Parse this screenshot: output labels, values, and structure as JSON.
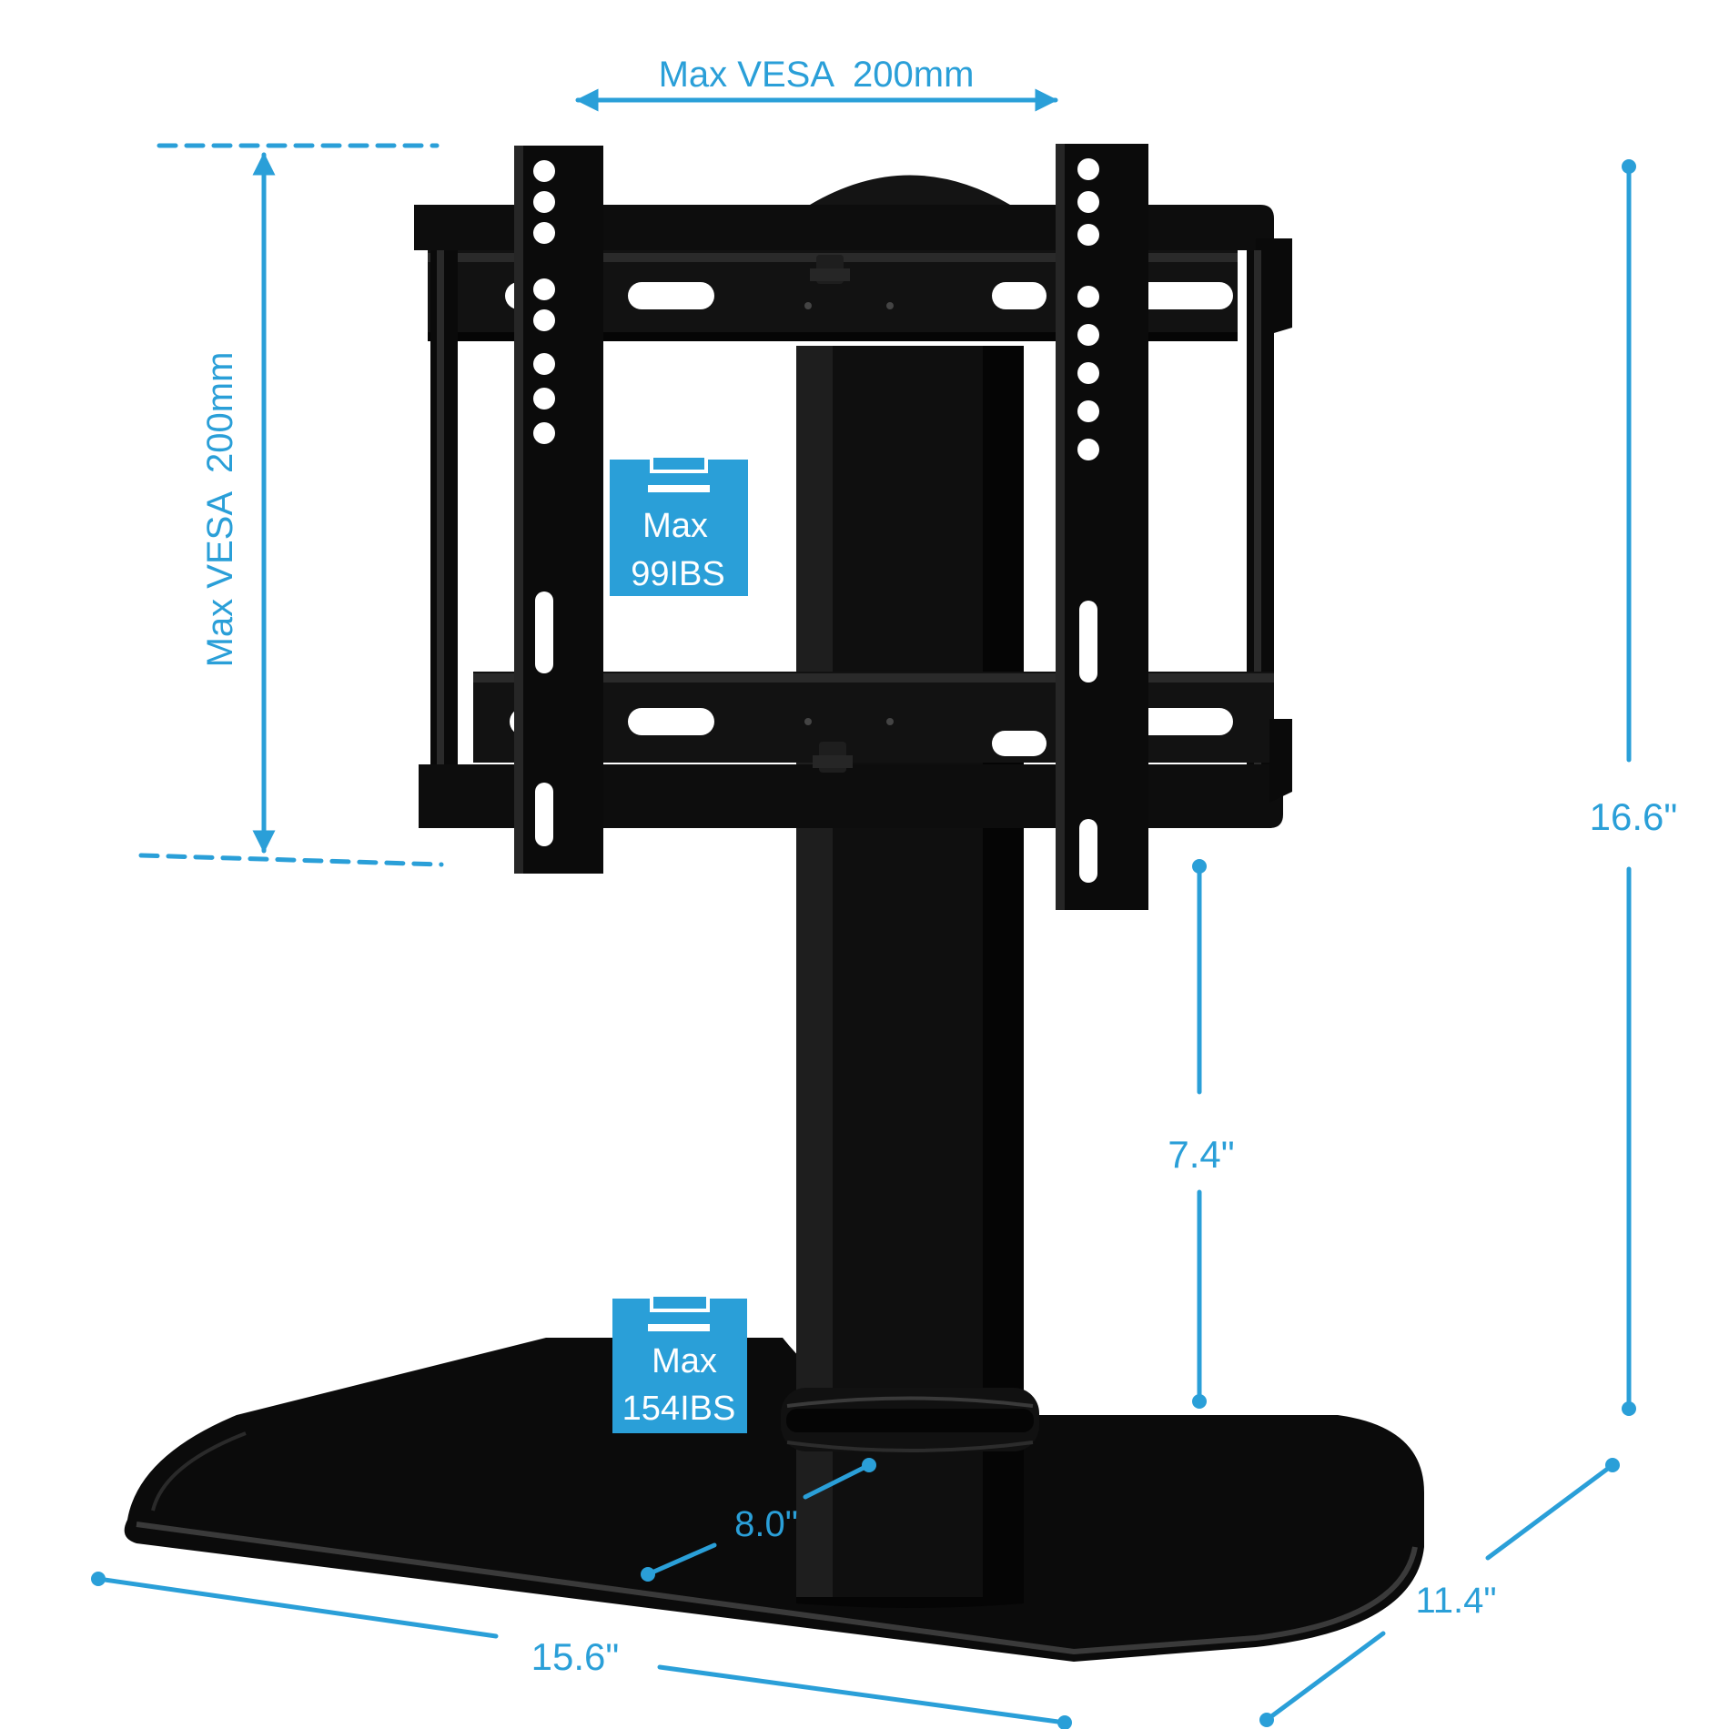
{
  "colors": {
    "accent": "#2a9fd8",
    "product": "#0c0c0c",
    "background": "#ffffff"
  },
  "labels": {
    "vesa_horizontal": "Max VESA  200mm",
    "vesa_vertical": "Max VESA  200mm",
    "total_height": "16.6\"",
    "column_height": "7.4\"",
    "column_width": "8.0\"",
    "base_depth": "11.4\"",
    "base_width": "15.6\""
  },
  "badges": {
    "bracket_load": {
      "line1": "Max",
      "line2": "99IBS"
    },
    "base_load": {
      "line1": "Max",
      "line2": "154IBS"
    }
  },
  "icons": [
    "weight-icon",
    "weight-icon"
  ]
}
